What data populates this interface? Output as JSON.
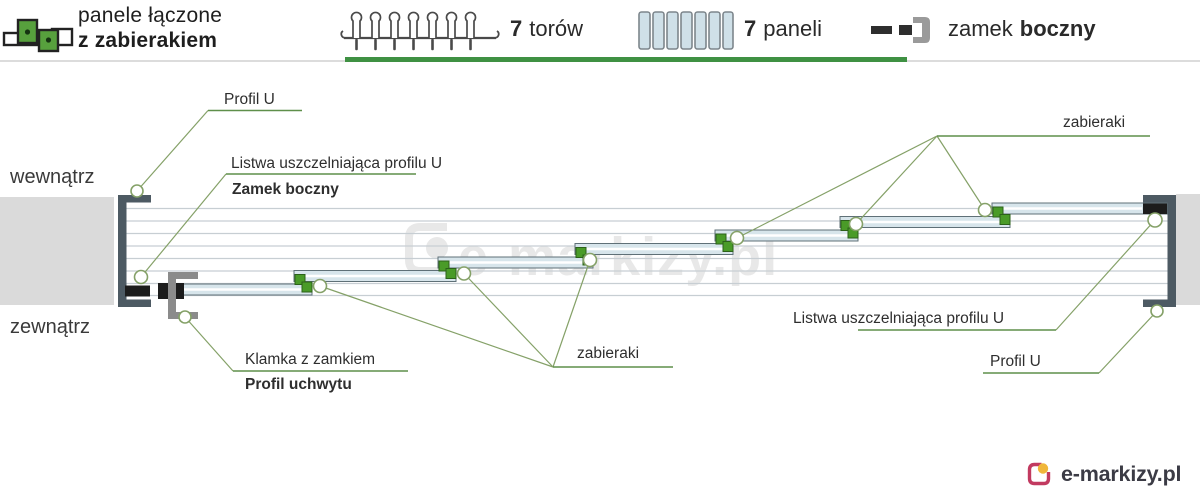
{
  "header": {
    "brand": {
      "line1": "panele łączone",
      "line2": "z zabierakiem"
    },
    "stats": {
      "tracks": {
        "count": "7",
        "label": "torów"
      },
      "panels": {
        "count": "7",
        "label": "paneli"
      },
      "lock": {
        "word1": "zamek",
        "word2": "boczny"
      }
    }
  },
  "diagram": {
    "side_inside": "wewnątrz",
    "side_outside": "zewnątrz",
    "labels": {
      "profil_u_left": "Profil U",
      "listwa_left": "Listwa uszczelniająca profilu U",
      "zamek_boczny": "Zamek boczny",
      "klamka": "Klamka z zamkiem",
      "profil_uchwytu": "Profil uchwytu",
      "zabieraki_bottom": "zabieraki",
      "zabieraki_top": "zabieraki",
      "listwa_right": "Listwa uszczelniająca profilu U",
      "profil_u_right": "Profil U"
    },
    "watermark": "e-markizy.pl"
  },
  "footer": {
    "logo_text": "e-markizy.pl"
  },
  "colors": {
    "accent_green": "#3f9143",
    "pointer_green": "#85a168",
    "underline_green": "#5f8f4a",
    "zabierak_green": "#4a9b28",
    "panel_fill": "#d7e5eb",
    "profile_slate": "#4d5a63",
    "wall_gray": "#dadada",
    "lock_black": "#1c1c1c",
    "handle_gray": "#8b8b8b",
    "logo_magenta": "#c23a60",
    "logo_yellow": "#f0b63a"
  }
}
